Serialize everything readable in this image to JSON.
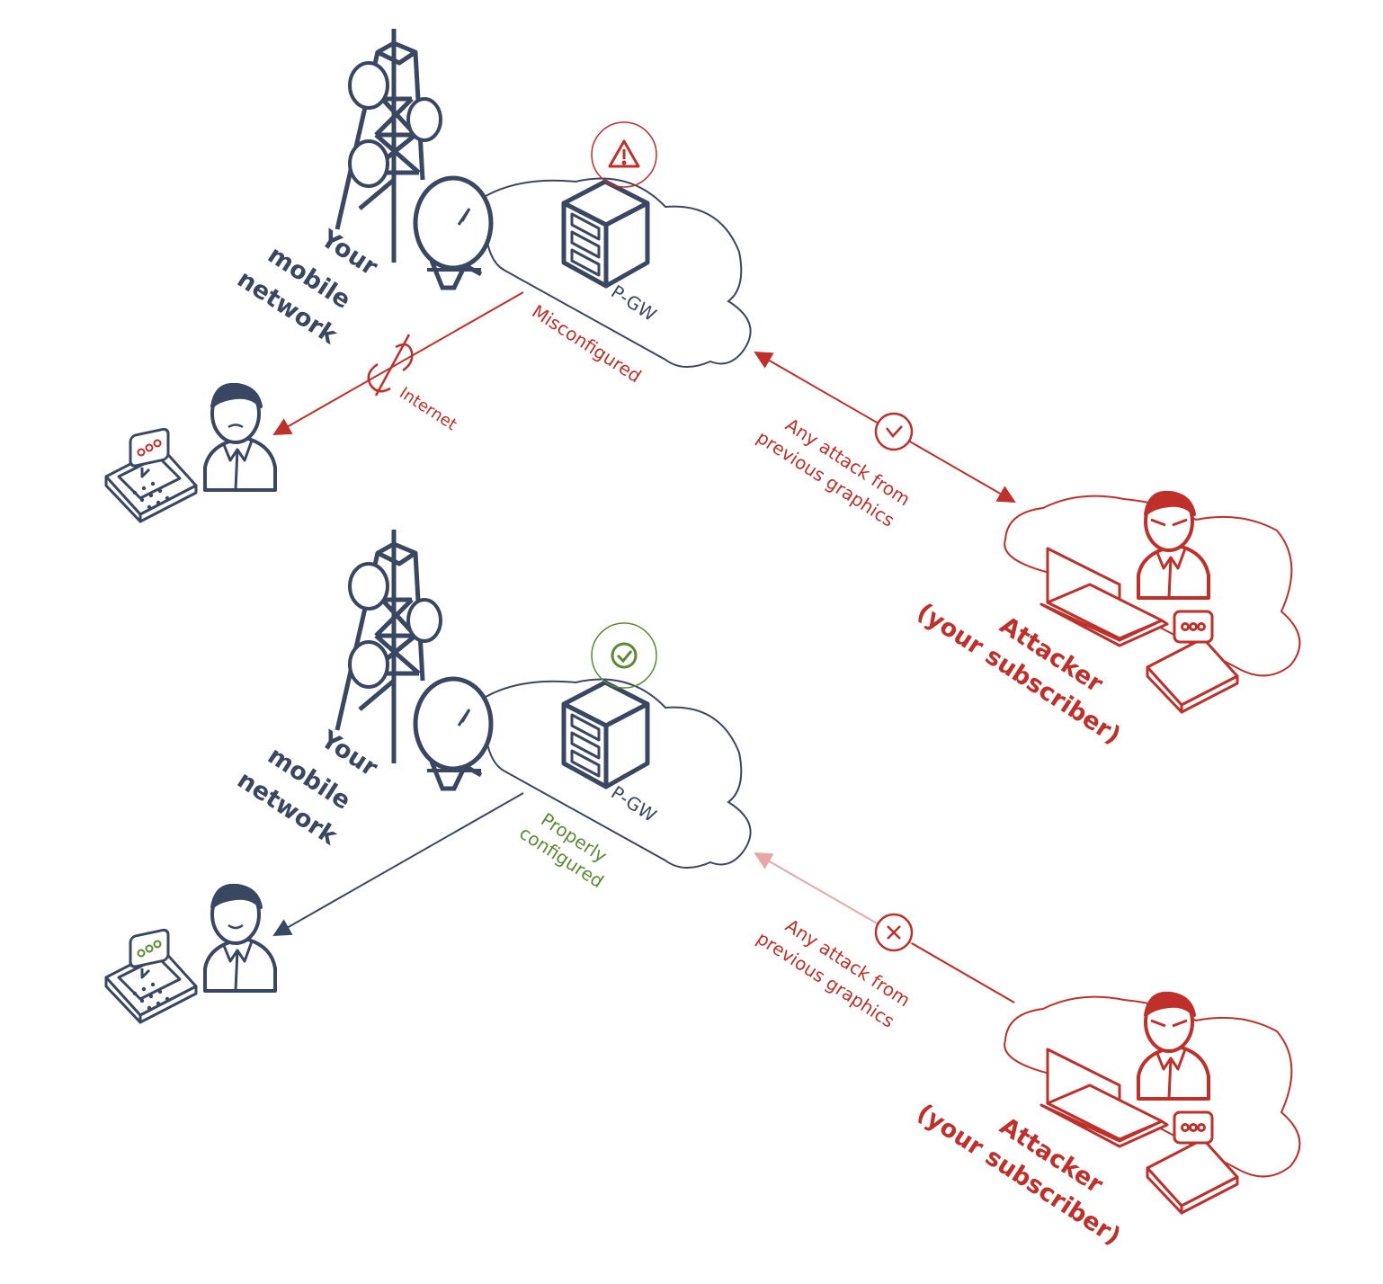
{
  "colors": {
    "navy": "#3a4763",
    "red": "#c0302a",
    "green": "#5b8a35",
    "pink": "#e8a7a6"
  },
  "scenarios": [
    {
      "network_label": [
        "Your",
        "mobile",
        "network"
      ],
      "gateway_label": "P-GW",
      "status_label": [
        "Misconfigured"
      ],
      "status_icon": "warning-triangle-icon",
      "internet_label": "Internet",
      "attack_label": [
        "Any attack from",
        "previous graphics"
      ],
      "attack_icon": "check-icon",
      "attacker_label": [
        "Attacker",
        "(your subscriber)"
      ]
    },
    {
      "network_label": [
        "Your",
        "mobile",
        "network"
      ],
      "gateway_label": "P-GW",
      "status_label": [
        "Properly",
        "configured"
      ],
      "status_icon": "check-circle-icon",
      "attack_label": [
        "Any attack from",
        "previous graphics"
      ],
      "attack_icon": "cross-icon",
      "attacker_label": [
        "Attacker",
        "(your subscriber)"
      ]
    }
  ]
}
